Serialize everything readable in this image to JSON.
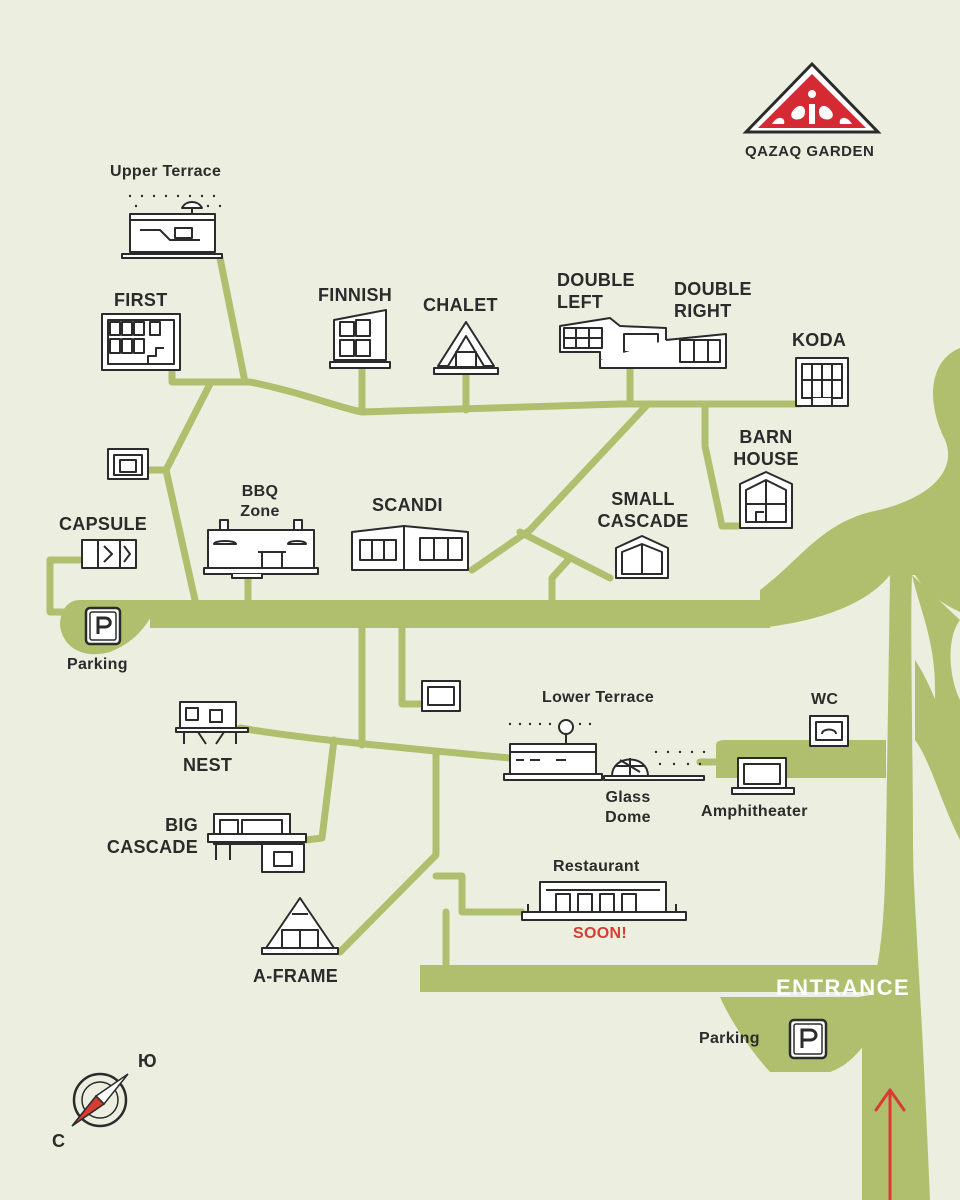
{
  "brand": {
    "name": "QAZAQ GARDEN",
    "color": "#d42a33"
  },
  "colors": {
    "background": "#ecefe0",
    "path": "#afbf6e",
    "outline": "#2b2b2b",
    "accent": "#d73c33"
  },
  "entrance": {
    "label": "ENTRANCE"
  },
  "compass": {
    "north_letter": "Ю",
    "south_letter": "С"
  },
  "places": {
    "upper_terrace": "Upper Terrace",
    "first": "FIRST",
    "finnish": "FINNISH",
    "chalet": "CHALET",
    "double_left": "DOUBLE\nLEFT",
    "double_right": "DOUBLE\nRIGHT",
    "koda": "KODA",
    "barn_house": "BARN\nHOUSE",
    "bbq_zone": "BBQ\nZone",
    "scandi": "SCANDI",
    "small_cascade": "SMALL\nCASCADE",
    "capsule": "CAPSULE",
    "parking_left": "Parking",
    "parking_right": "Parking",
    "lower_terrace": "Lower Terrace",
    "wc": "WC",
    "nest": "NEST",
    "glass_dome": "Glass\nDome",
    "amphitheater": "Amphitheater",
    "big_cascade": "BIG\nCASCADE",
    "restaurant": "Restaurant",
    "restaurant_status": "SOON!",
    "a_frame": "A-FRAME"
  },
  "icons": [
    "parking-icon",
    "compass-icon",
    "entrance-arrow-icon",
    "logo-ornament-icon"
  ]
}
